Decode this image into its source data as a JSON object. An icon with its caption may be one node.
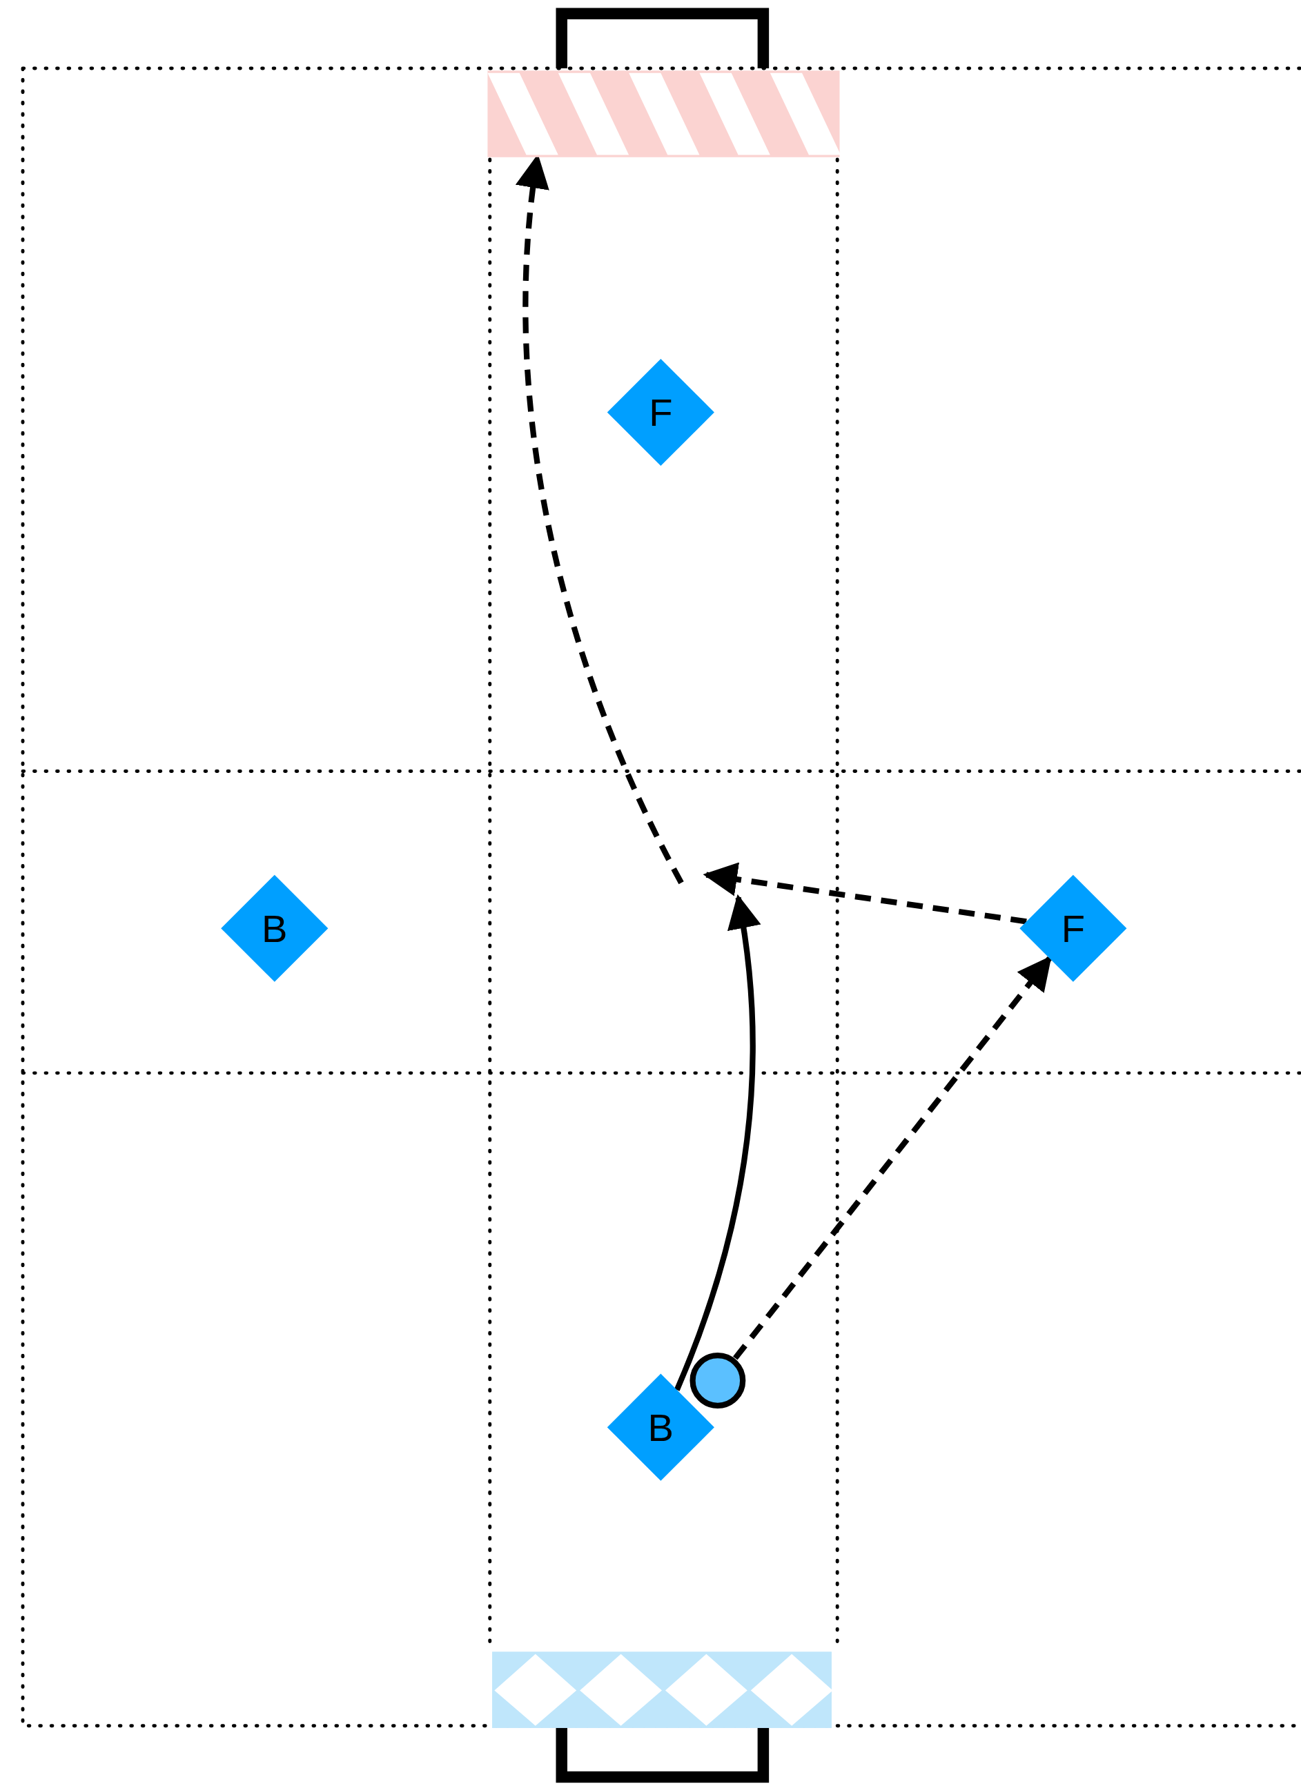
{
  "diagram": {
    "nodes": [
      {
        "text": [],
        "shape": "box"
      },
      {
        "text": [
          "F"
        ]
      },
      {
        "text": [
          "B"
        ]
      },
      {
        "text": [
          "F"
        ]
      },
      {
        "text": [],
        "shape": "circle"
      },
      {
        "text": [
          "B"
        ]
      }
    ],
    "edges": [
      {
        "from": 5,
        "to": null,
        "arrow": "to"
      },
      {
        "from": 4,
        "to": 3,
        "arrow": "to",
        "style": "dashed"
      },
      {
        "from": 3,
        "to": null,
        "arrow": "to",
        "style": "dashed"
      },
      {
        "from": null,
        "to": 0,
        "arrow": "to",
        "style": "dashed"
      }
    ]
  }
}
